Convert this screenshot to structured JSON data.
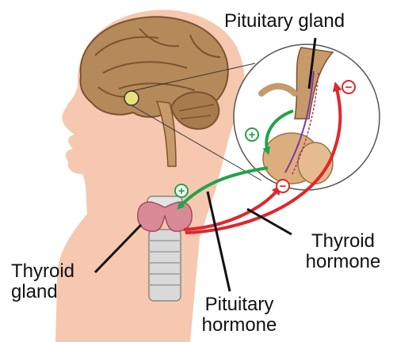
{
  "labels": {
    "pituitary_gland": "Pituitary gland",
    "thyroid_gland_line1": "Thyroid",
    "thyroid_gland_line2": "gland",
    "pituitary_hormone_line1": "Pituitary",
    "pituitary_hormone_line2": "hormone",
    "thyroid_hormone_line1": "Thyroid",
    "thyroid_hormone_line2": "hormone"
  },
  "signs": {
    "stimulate": "+",
    "inhibit": "−"
  },
  "colors": {
    "skin": "#f6c8b0",
    "brain": "#b58a5a",
    "brain_dark": "#8a6238",
    "stimulate_arrow": "#22a34a",
    "inhibit_arrow": "#e0262b",
    "thyroid": "#d98a96",
    "trachea": "#d9d9d9"
  }
}
